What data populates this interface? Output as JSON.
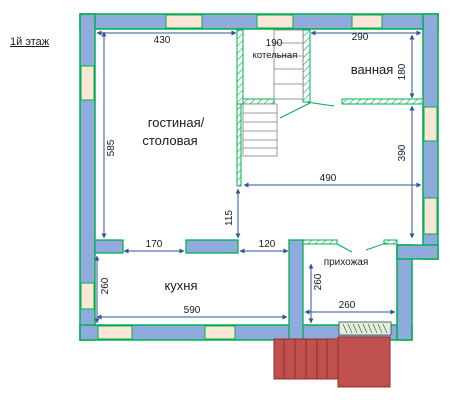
{
  "floor_label": "1й этаж",
  "rooms": {
    "living": [
      "гостиная/",
      "столовая"
    ],
    "boiler": [
      "190",
      "котельная"
    ],
    "bathroom": "ванная",
    "hallway": "прихожая",
    "kitchen": "кухня"
  },
  "dimensions": {
    "top_left": "430",
    "top_right": "290",
    "bathroom_height": "180",
    "living_height": "585",
    "right_height": "390",
    "hall_width": "490",
    "opening_height": "115",
    "kitchen_left_opening": "170",
    "kitchen_right_opening": "120",
    "kitchen_height": "260",
    "kitchen_width": "590",
    "hallway_height": "260",
    "hallway_width": "260"
  },
  "colors": {
    "wall": "#8FAADC",
    "wall_edge": "#00B050",
    "window": "#FBE5D6",
    "dim_line": "#2F5597",
    "porch": "#C0504D",
    "grate": "#E2EFDA"
  }
}
